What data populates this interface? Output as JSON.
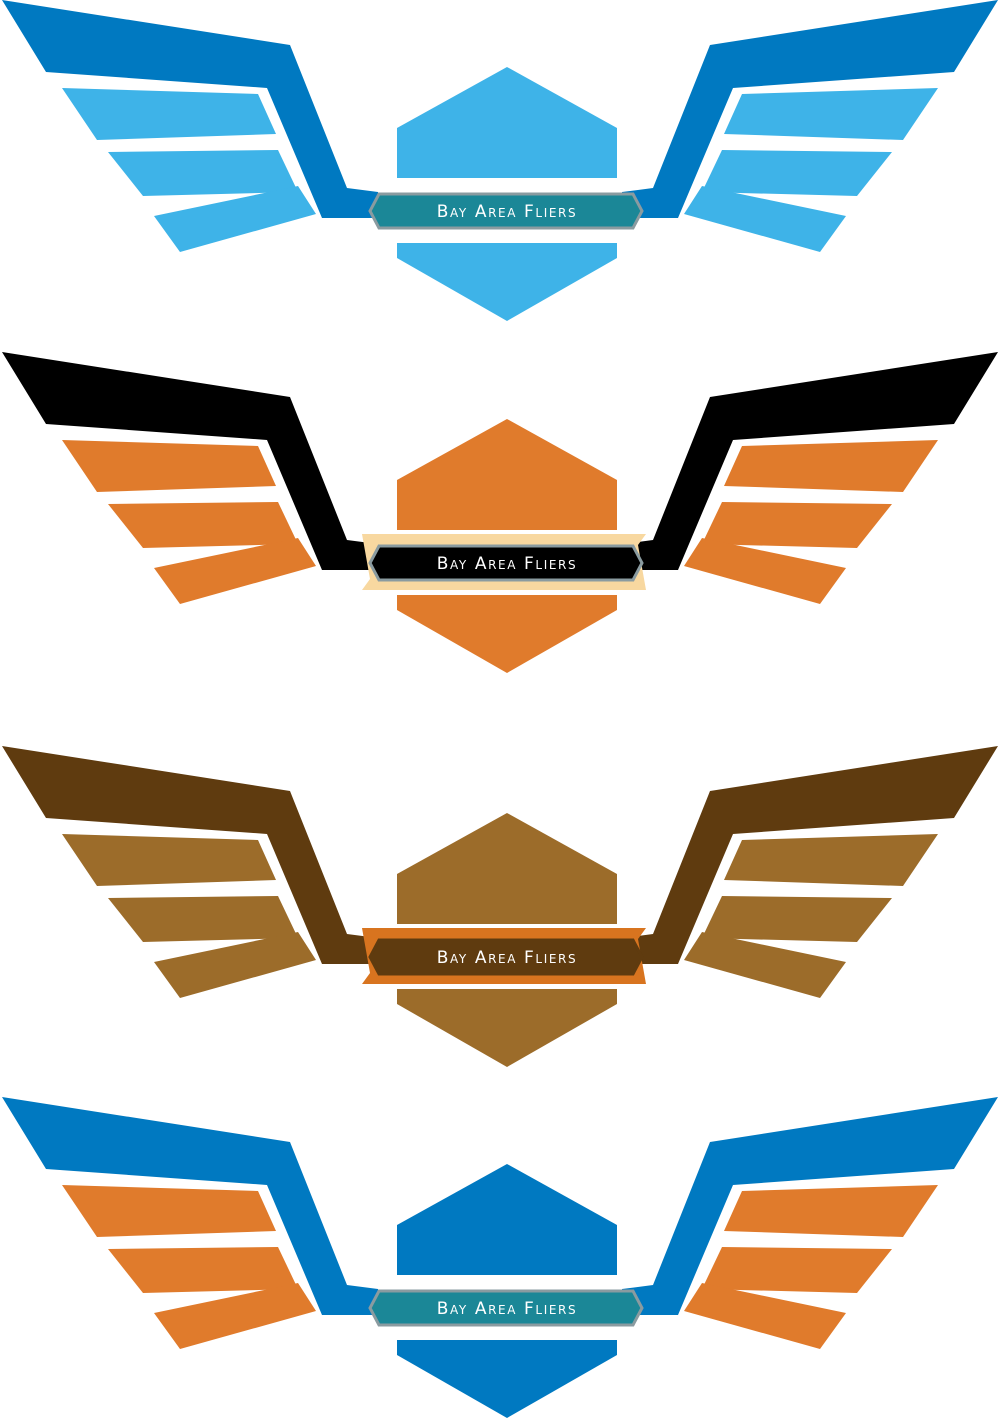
{
  "logos": [
    {
      "name": "logo-variant-1",
      "title": "Bay Area Fliers",
      "colors": {
        "wing_frame": "#0079C1",
        "feathers": "#3EB3E8",
        "shield": "#3EB3E8",
        "banner": "#1B8797",
        "banner_border": "#8A9BA0",
        "ribbon": null
      }
    },
    {
      "name": "logo-variant-2",
      "title": "Bay Area Fliers",
      "colors": {
        "wing_frame": "#000000",
        "feathers": "#E07B2C",
        "shield": "#E07B2C",
        "banner": "#000000",
        "banner_border": "#8A9BA0",
        "ribbon": "#F8D8A0"
      }
    },
    {
      "name": "logo-variant-3",
      "title": "Bay Area Fliers",
      "colors": {
        "wing_frame": "#5F3B0F",
        "feathers": "#9C6C2A",
        "shield": "#9C6C2A",
        "banner": "#5F3B0F",
        "banner_border": "#5F3B0F",
        "ribbon": "#D8741F"
      }
    },
    {
      "name": "logo-variant-4",
      "title": "Bay Area Fliers",
      "colors": {
        "wing_frame": "#0079C1",
        "feathers": "#E07B2C",
        "shield": "#0079C1",
        "banner": "#1B8797",
        "banner_border": "#8A9BA0",
        "ribbon": null
      }
    }
  ]
}
